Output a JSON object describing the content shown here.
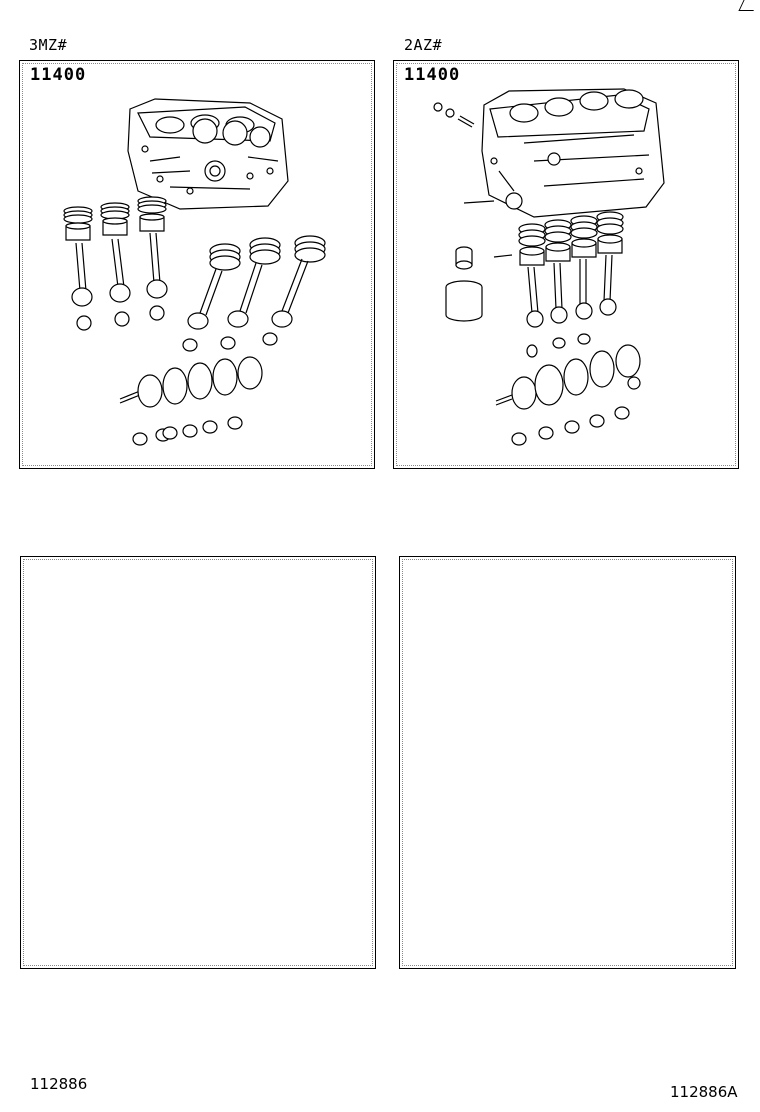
{
  "diagram": {
    "left": {
      "engine_code": "3MZ#",
      "part_number": "11400"
    },
    "right": {
      "engine_code": "2AZ#",
      "part_number": "11400"
    },
    "footer": {
      "left_code": "112886",
      "right_code": "112886A"
    }
  }
}
